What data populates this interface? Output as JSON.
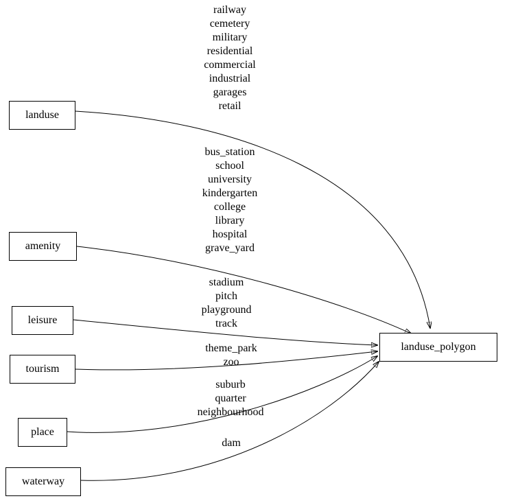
{
  "diagram": {
    "type": "directed-graph",
    "nodes": {
      "landuse": "landuse",
      "amenity": "amenity",
      "leisure": "leisure",
      "tourism": "tourism",
      "place": "place",
      "waterway": "waterway",
      "landuse_polygon": "landuse_polygon"
    },
    "edges": [
      {
        "from": "landuse",
        "to": "landuse_polygon",
        "label": "railway\ncemetery\nmilitary\nresidential\ncommercial\nindustrial\ngarages\nretail"
      },
      {
        "from": "amenity",
        "to": "landuse_polygon",
        "label": "bus_station\nschool\nuniversity\nkindergarten\ncollege\nlibrary\nhospital\ngrave_yard"
      },
      {
        "from": "leisure",
        "to": "landuse_polygon",
        "label": "stadium\npitch\nplayground\ntrack"
      },
      {
        "from": "tourism",
        "to": "landuse_polygon",
        "label": "theme_park\nzoo"
      },
      {
        "from": "place",
        "to": "landuse_polygon",
        "label": "suburb\nquarter\nneighbourhood"
      },
      {
        "from": "waterway",
        "to": "landuse_polygon",
        "label": "dam"
      }
    ],
    "colors": {
      "background": "#ffffff",
      "node_border": "#000000",
      "edge": "#000000",
      "text": "#000000"
    }
  }
}
